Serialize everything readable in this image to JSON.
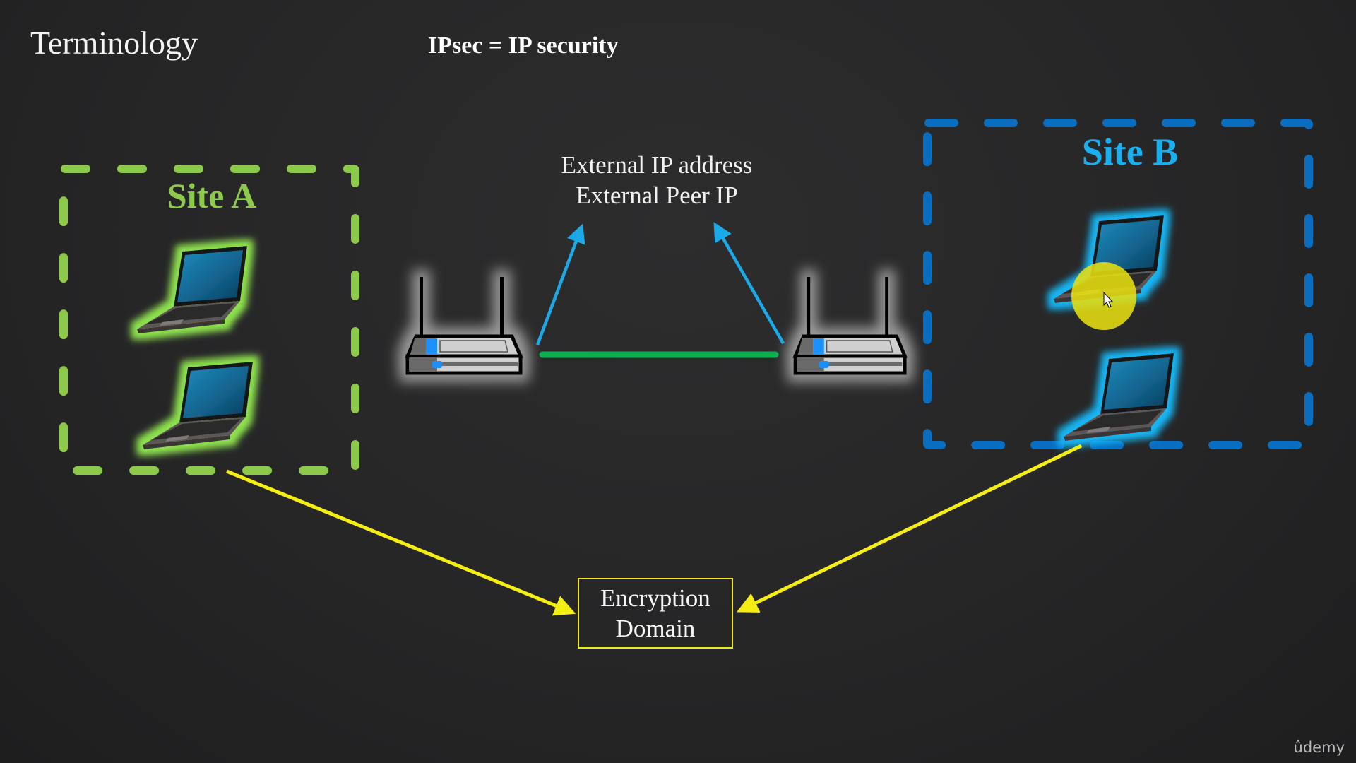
{
  "slide": {
    "title": "Terminology",
    "subtitle": "IPsec = IP security",
    "external_label_line1": "External IP address",
    "external_label_line2": "External Peer IP",
    "encryption_domain_line1": "Encryption",
    "encryption_domain_line2": "Domain",
    "watermark": "ûdemy"
  },
  "sites": [
    {
      "label": "Site A",
      "color": "#8dca4b",
      "laptops": 2
    },
    {
      "label": "Site B",
      "color": "#1ab0ef",
      "border_color": "#0a6ec0",
      "laptops": 2
    }
  ],
  "colors": {
    "background": "#262627",
    "arrow_blue": "#1ba9e8",
    "arrow_yellow": "#f5ee12",
    "tunnel_green": "#0db050",
    "tunnel_glow": "#19b4f0",
    "box_border": "#f2e81a",
    "cursor_highlight": "#e6de10"
  },
  "icons": [
    "laptop-icon",
    "router-icon",
    "mouse-cursor-icon"
  ]
}
